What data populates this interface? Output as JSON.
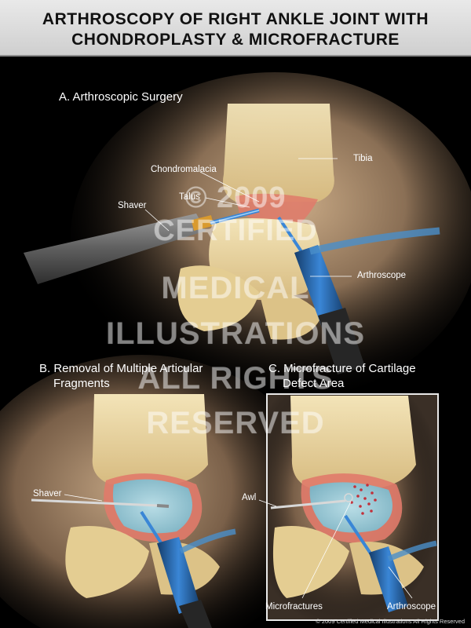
{
  "title": {
    "line1": "ARTHROSCOPY OF RIGHT ANKLE JOINT WITH",
    "line2": "CHONDROPLASTY & MICROFRACTURE"
  },
  "panels": {
    "a": {
      "label": "A. Arthroscopic Surgery",
      "callouts": {
        "tibia": "Tibia",
        "chondromalacia": "Chondromalacia",
        "talus": "Talus",
        "shaver": "Shaver",
        "arthroscope": "Arthroscope"
      }
    },
    "b": {
      "label_line1": "B. Removal of Multiple Articular",
      "label_line2": "Fragments",
      "callouts": {
        "shaver": "Shaver"
      }
    },
    "c": {
      "label_line1": "C. Microfracture of Cartilage",
      "label_line2": "Defect Area",
      "callouts": {
        "awl": "Awl",
        "microfractures": "Microfractures",
        "arthroscope": "Arthroscope"
      }
    }
  },
  "watermark": {
    "line1": "© 2009",
    "line2": "CERTIFIED",
    "line3": "MEDICAL",
    "line4": "ILLUSTRATIONS",
    "line5": "ALL RIGHTS",
    "line6": "RESERVED"
  },
  "copyright": "© 2009 Certified Medical Illustrations All Rights Reserved",
  "colors": {
    "background": "#000000",
    "title_bar": "#dcdcdc",
    "bone": "#e8d39c",
    "cartilage": "#e07a6a",
    "instrument_blue": "#2b78c8"
  }
}
